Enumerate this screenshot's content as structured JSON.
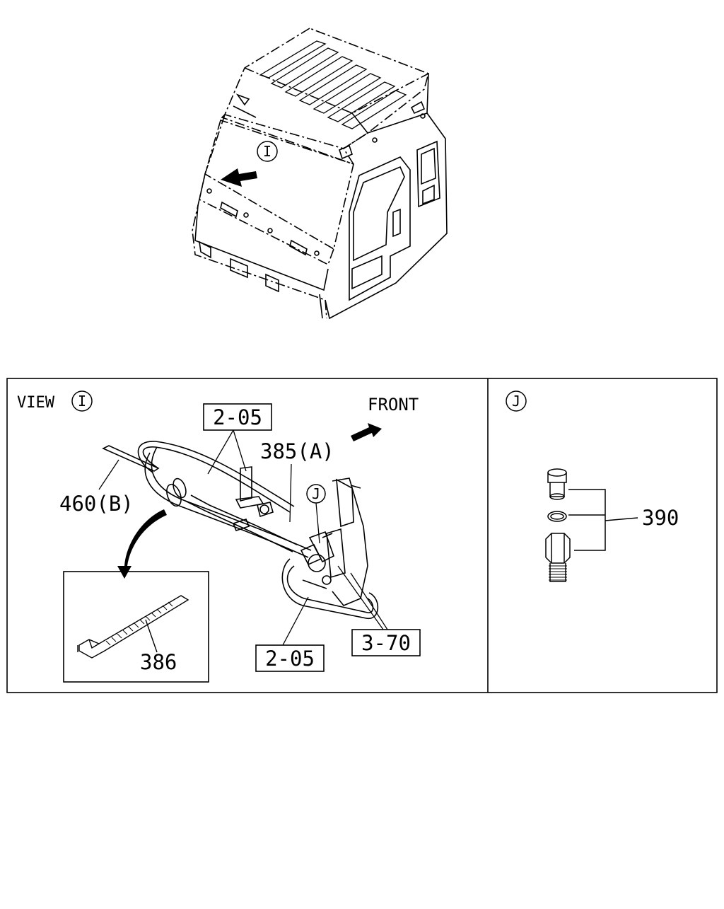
{
  "cab_view": {
    "callout": "I"
  },
  "view_panel": {
    "heading": "VIEW",
    "view_circle": "I",
    "front_label": "FRONT",
    "labels": {
      "ref_205_top": "2-05",
      "ref_205_bottom": "2-05",
      "ref_370": "3-70",
      "part_385a": "385(A)",
      "part_460b": "460(B)",
      "part_386": "386",
      "callout_j": "J"
    }
  },
  "detail_panel": {
    "callout_j": "J",
    "part_390": "390"
  }
}
